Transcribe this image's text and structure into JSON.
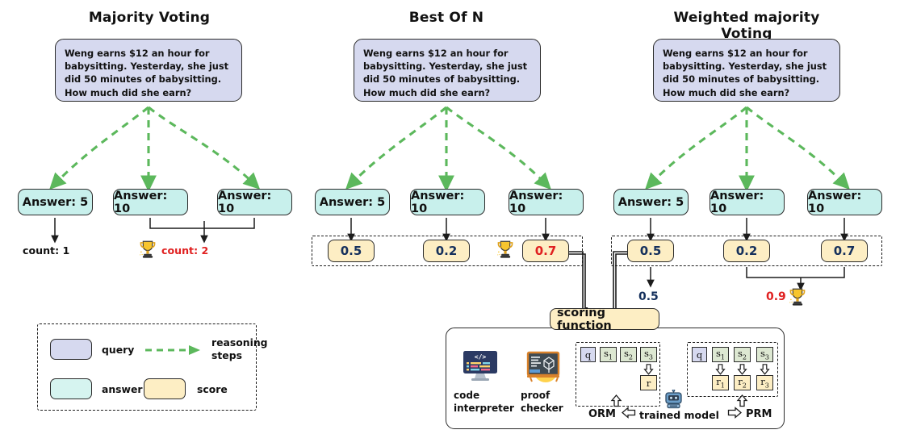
{
  "panels": [
    {
      "title": "Majority Voting",
      "query": "Weng earns $12 an hour for babysitting. Yesterday, she just did 50 minutes of babysitting. How much did she earn?",
      "answers": [
        "Answer: 5",
        "Answer: 10",
        "Answer: 10"
      ],
      "counts": [
        "count: 1",
        "count: 2"
      ]
    },
    {
      "title": "Best Of N",
      "query": "Weng earns $12 an hour for babysitting. Yesterday, she just did 50 minutes of babysitting. How much did she earn?",
      "answers": [
        "Answer: 5",
        "Answer: 10",
        "Answer: 10"
      ],
      "scores": [
        "0.5",
        "0.2",
        "0.7"
      ]
    },
    {
      "title": "Weighted majority Voting",
      "query": "Weng earns $12 an hour for babysitting. Yesterday, she just did 50 minutes of babysitting. How much did she earn?",
      "answers": [
        "Answer: 5",
        "Answer: 10",
        "Answer: 10"
      ],
      "scores": [
        "0.5",
        "0.2",
        "0.7"
      ],
      "totals": [
        "0.5",
        "0.9"
      ]
    }
  ],
  "legend": {
    "query_label": "query",
    "answer_label": "answer",
    "score_label": "score",
    "reasoning_label": "reasoning\nsteps",
    "reasoning_line1": "reasoning",
    "reasoning_line2": "steps"
  },
  "scoring": {
    "box_label": "scoring function",
    "code_line1": "code",
    "code_line2": "interpreter",
    "proof_line1": "proof",
    "proof_line2": "checker",
    "orm_label": "ORM",
    "prm_label": "PRM",
    "trained_model_label": "trained model",
    "orm_tokens": [
      "q",
      "s1",
      "s2",
      "s3"
    ],
    "orm_output": "r",
    "prm_tokens": [
      "q",
      "s1",
      "s2",
      "s3"
    ],
    "prm_outputs": [
      "r1",
      "r2",
      "r3"
    ]
  },
  "colors": {
    "query_fill": "#d6d9ef",
    "answer_fill": "#c8f0ec",
    "score_fill": "#fdeec4",
    "reasoning_arrow": "#5cb85c",
    "highlight_red": "#e02020",
    "navy_text": "#15305c",
    "stroke": "#2b2b2b"
  },
  "icons": {
    "trophy": "trophy-icon",
    "code_interpreter": "code-interpreter-icon",
    "proof_checker": "proof-checker-icon",
    "trained_model": "robot-icon"
  }
}
